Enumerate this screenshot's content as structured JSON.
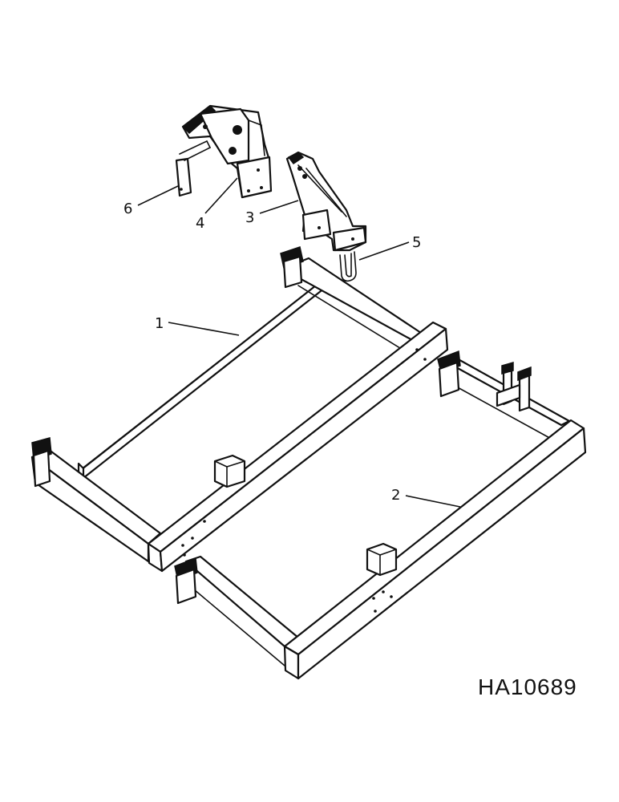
{
  "callouts": [
    {
      "id": "1",
      "label": "1"
    },
    {
      "id": "2",
      "label": "2"
    },
    {
      "id": "3",
      "label": "3"
    },
    {
      "id": "4",
      "label": "4"
    },
    {
      "id": "5",
      "label": "5"
    },
    {
      "id": "6",
      "label": "6"
    }
  ],
  "drawing_code": "HA10689"
}
